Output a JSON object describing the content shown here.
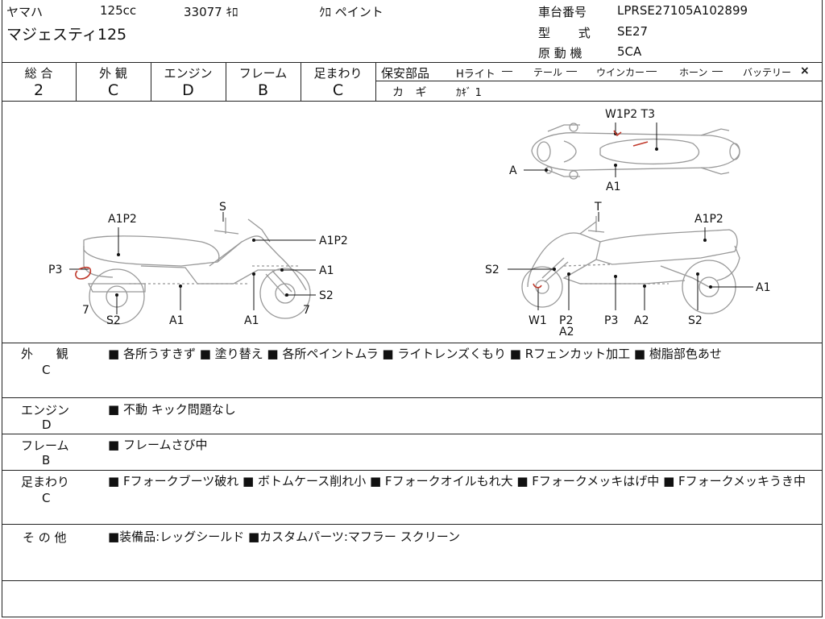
{
  "header": {
    "maker": "ヤマハ",
    "cc": "125cc",
    "mileage": "33077 ｷﾛ",
    "color": "ｸﾛ ペイント",
    "model_name": "マジェスティ125",
    "frame_label": "車台番号",
    "frame_value": "LPRSE27105A102899",
    "type_label": "型 式",
    "type_value": "SE27",
    "engine_label": "原 動 機",
    "engine_value": "5CA"
  },
  "grades": [
    {
      "label": "総 合",
      "value": "2"
    },
    {
      "label": "外 観",
      "value": "C"
    },
    {
      "label": "エンジン",
      "value": "D"
    },
    {
      "label": "フレーム",
      "value": "B"
    },
    {
      "label": "足まわり",
      "value": "C"
    }
  ],
  "safety": {
    "title": "保安部品",
    "items": [
      {
        "label": "Hライト",
        "value": "―"
      },
      {
        "label": "テール",
        "value": "―"
      },
      {
        "label": "ウインカー",
        "value": "―"
      },
      {
        "label": "ホーン",
        "value": "―"
      },
      {
        "label": "バッテリー",
        "value": "×"
      }
    ],
    "key_label": "カ ギ",
    "key_value": "ｶｷﾞ 1"
  },
  "diagram_labels": {
    "top_w1p2t3": "W1P2 T3",
    "top_a": "A",
    "top_a1": "A1",
    "left_a1p2_rear": "A1P2",
    "left_s": "S",
    "left_a1p2_front": "A1P2",
    "left_p3": "P3",
    "left_a1_front": "A1",
    "left_s2_front": "S2",
    "left_7_rear": "7",
    "left_7_front": "7",
    "left_s2_rear": "S2",
    "left_a1_mid": "A1",
    "left_a1_bottom": "A1",
    "right_t": "T",
    "right_a1p2": "A1P2",
    "right_s2": "S2",
    "right_a1": "A1",
    "right_w1": "W1",
    "right_p2": "P2",
    "right_a2_low": "A2",
    "right_p3": "P3",
    "right_a2": "A2",
    "right_s2_rear": "S2"
  },
  "remarks": [
    {
      "label": "外 観",
      "grade": "C",
      "text": "■ 各所うすきず ■ 塗り替え ■ 各所ペイントムラ ■ ライトレンズくもり ■ Rフェンカット加工 ■ 樹脂部色あせ"
    },
    {
      "label": "エンジン",
      "grade": "D",
      "text": "■ 不動 キック問題なし"
    },
    {
      "label": "フレーム",
      "grade": "B",
      "text": "■ フレームさび中"
    },
    {
      "label": "足まわり",
      "grade": "C",
      "text": "■ Fフォークブーツ破れ ■ ボトムケース削れ小 ■ Fフォークオイルもれ大 ■ Fフォークメッキはげ中 ■ Fフォークメッキうき中"
    },
    {
      "label": "そ の 他",
      "grade": "",
      "text": "■装備品:レッグシールド ■カスタムパーツ:マフラー スクリーン"
    }
  ]
}
